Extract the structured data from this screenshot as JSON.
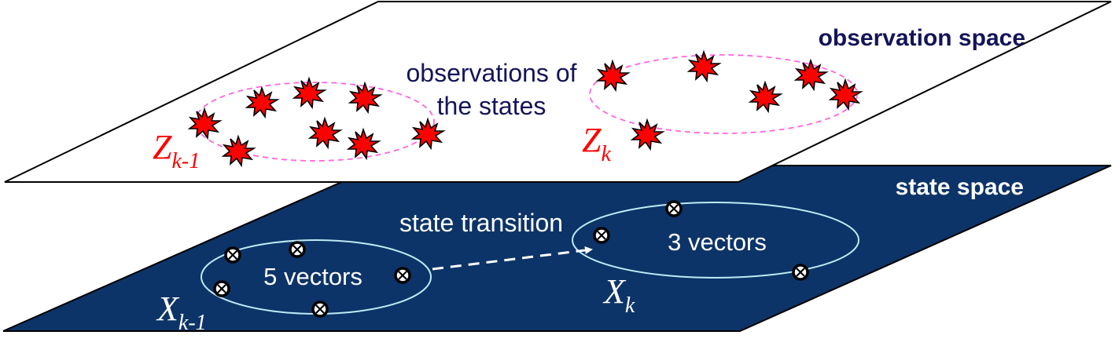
{
  "colors": {
    "state_plane_fill": "#0d3468",
    "observation_plane_fill": "#ffffff",
    "observation_label": "#14145a",
    "state_text": "#ffffff",
    "observation_marker": "#ff0000",
    "observation_outline": "#000000",
    "observation_ellipse": "#ff66dd",
    "state_ellipse": "#bfeaf5",
    "z_label": "#ff0000"
  },
  "observation_space": {
    "title": "observation space",
    "annotation_line1": "observations of",
    "annotation_line2": "the states",
    "z_prev": {
      "base": "Z",
      "sub": "k-1"
    },
    "z_curr": {
      "base": "Z",
      "sub": "k"
    },
    "marker_icon": "explosion-star-icon"
  },
  "state_space": {
    "title": "state space",
    "transition_label": "state transition",
    "x_prev": {
      "base": "X",
      "sub": "k-1",
      "count_label": "5 vectors"
    },
    "x_curr": {
      "base": "X",
      "sub": "k",
      "count_label": "3 vectors"
    },
    "vector_icon": "circle-cross-icon"
  }
}
